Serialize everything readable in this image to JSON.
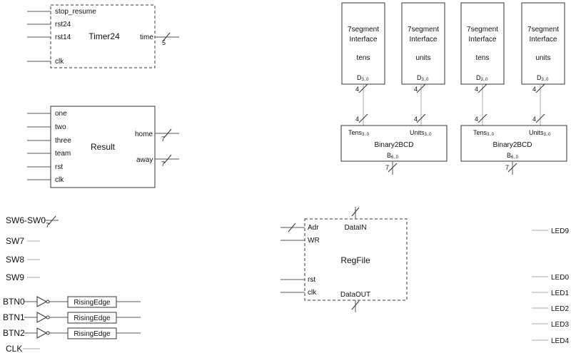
{
  "timer24": {
    "title": "Timer24",
    "inputs": [
      "stop_resume",
      "rst24",
      "rst14",
      "clk"
    ],
    "output": "time",
    "output_width": "5"
  },
  "result": {
    "title": "Result",
    "inputs": [
      "one",
      "two",
      "three",
      "team",
      "rst",
      "clk"
    ],
    "outputs": [
      "home",
      "away"
    ],
    "output_width": "7"
  },
  "seven_segment": [
    {
      "line1": "7segment",
      "line2": "Interface",
      "digit": "tens",
      "port": "D",
      "port_sub": "3..0"
    },
    {
      "line1": "7segment",
      "line2": "Interface",
      "digit": "units",
      "port": "D",
      "port_sub": "3..0"
    },
    {
      "line1": "7segment",
      "line2": "Interface",
      "digit": "tens",
      "port": "D",
      "port_sub": "3..0"
    },
    {
      "line1": "7segment",
      "line2": "Interface",
      "digit": "units",
      "port": "D",
      "port_sub": "3..0"
    }
  ],
  "bus4": "4",
  "binary2bcd": [
    {
      "title": "Binary2BCD",
      "tens": "Tens",
      "units": "Units",
      "sub4": "3..0",
      "in": "B",
      "in_sub": "6..0",
      "width": "7"
    },
    {
      "title": "Binary2BCD",
      "tens": "Tens",
      "units": "Units",
      "sub4": "3..0",
      "in": "B",
      "in_sub": "6..0",
      "width": "7"
    }
  ],
  "switches": {
    "bus": "SW6-SW0",
    "bus_width": "7",
    "singles": [
      "SW7",
      "SW8",
      "SW9"
    ]
  },
  "buttons": {
    "names": [
      "BTN0",
      "BTN1",
      "BTN2"
    ],
    "block": "RisingEdge",
    "clock": "CLK"
  },
  "regfile": {
    "title": "RegFile",
    "left_ports": [
      "Adr",
      "WR",
      "rst",
      "clk"
    ],
    "data_in": "DataIN",
    "data_out": "DataOUT"
  },
  "leds": {
    "top": "LED9",
    "list": [
      "LED0",
      "LED1",
      "LED2",
      "LED3",
      "LED4"
    ]
  }
}
